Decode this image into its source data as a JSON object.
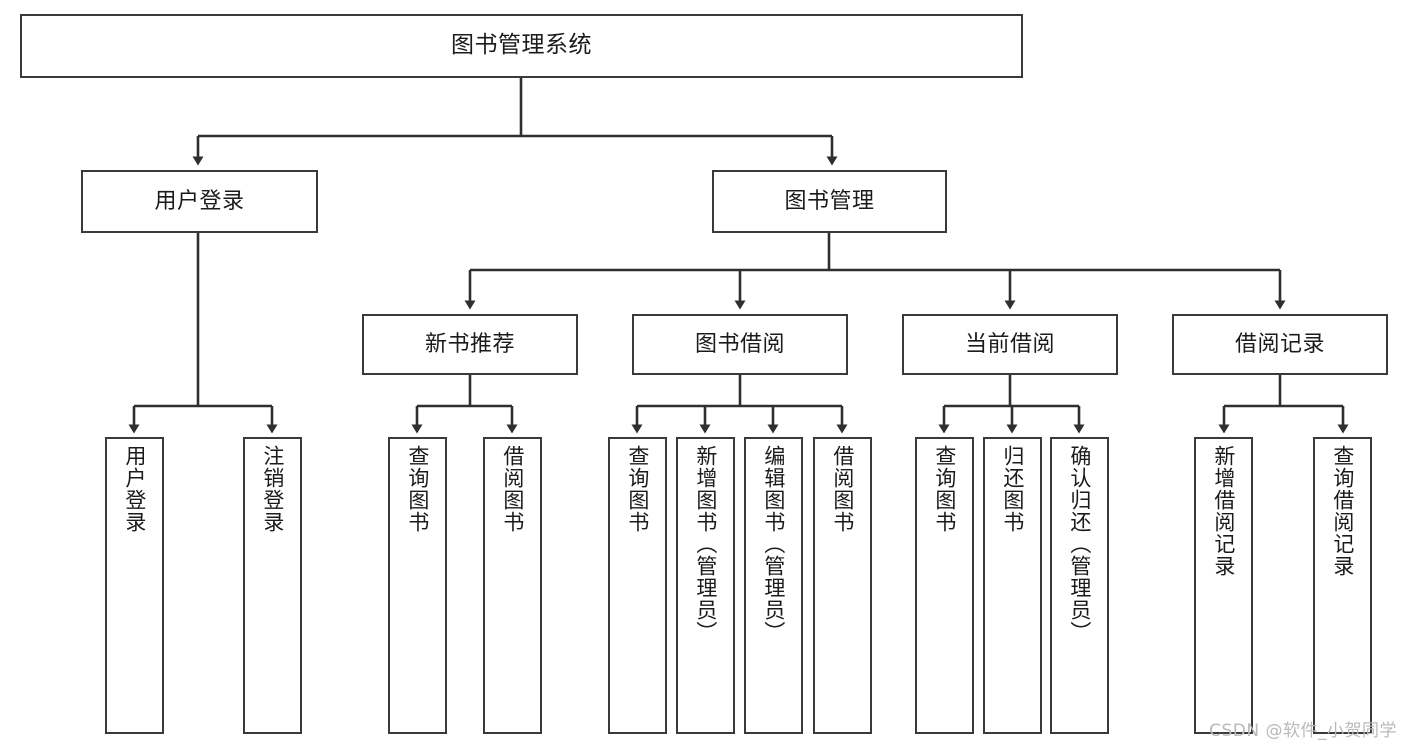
{
  "diagram": {
    "title": "图书管理系统",
    "type": "hierarchy-tree",
    "watermark": "CSDN @软件_小贺同学",
    "colors": {
      "box_border": "#3a3a3a",
      "box_fill": "#ffffff",
      "edge": "#2f2f2f",
      "text": "#1b1b1b",
      "watermark": "#b9b9b9"
    },
    "nodes": {
      "root": {
        "label": "图书管理系统"
      },
      "level2": [
        {
          "id": "user-login",
          "label": "用户登录"
        },
        {
          "id": "book-manage",
          "label": "图书管理"
        }
      ],
      "level3": [
        {
          "id": "new-book-rec",
          "label": "新书推荐"
        },
        {
          "id": "book-borrow",
          "label": "图书借阅"
        },
        {
          "id": "current-borrow",
          "label": "当前借阅"
        },
        {
          "id": "borrow-record",
          "label": "借阅记录"
        }
      ],
      "leaves": {
        "user_login": [
          {
            "id": "leaf-user-login",
            "label": "用户登录"
          },
          {
            "id": "leaf-logout-login",
            "label": "注销登录"
          }
        ],
        "new_book_rec": [
          {
            "id": "leaf-query-book-1",
            "label": "查询图书"
          },
          {
            "id": "leaf-borrow-book-1",
            "label": "借阅图书"
          }
        ],
        "book_borrow": [
          {
            "id": "leaf-query-book-2",
            "label": "查询图书"
          },
          {
            "id": "leaf-add-book",
            "label": "新增图书（管理员）"
          },
          {
            "id": "leaf-edit-book",
            "label": "编辑图书（管理员）"
          },
          {
            "id": "leaf-borrow-book-2",
            "label": "借阅图书"
          }
        ],
        "current_borrow": [
          {
            "id": "leaf-query-book-3",
            "label": "查询图书"
          },
          {
            "id": "leaf-return-book",
            "label": "归还图书"
          },
          {
            "id": "leaf-confirm-return",
            "label": "确认归还（管理员）"
          }
        ],
        "borrow_record": [
          {
            "id": "leaf-add-record",
            "label": "新增借阅记录"
          },
          {
            "id": "leaf-query-record",
            "label": "查询借阅记录"
          }
        ]
      }
    }
  }
}
